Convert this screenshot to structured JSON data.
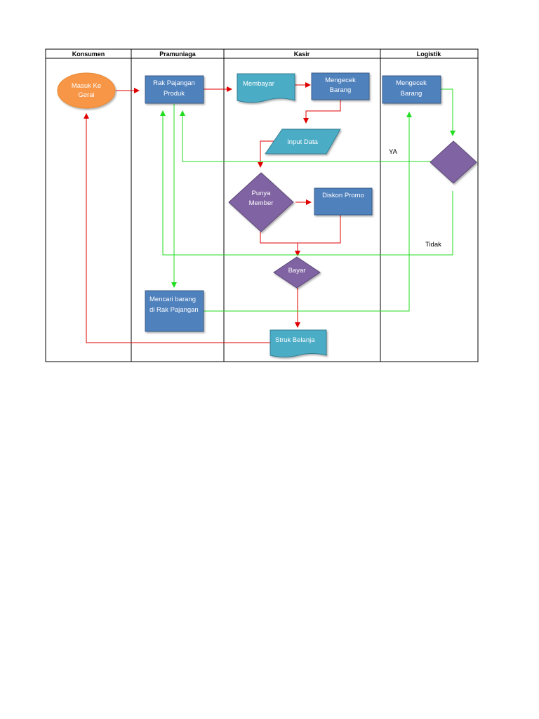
{
  "lanes": [
    {
      "id": "konsumen",
      "label": "Konsumen"
    },
    {
      "id": "pramuniaga",
      "label": "Pramuniaga"
    },
    {
      "id": "kasir",
      "label": "Kasir"
    },
    {
      "id": "logistik",
      "label": "Logistik"
    }
  ],
  "nodes": {
    "masuk": [
      "Masuk Ke",
      "Gerai"
    ],
    "rak": [
      "Rak Pajangan",
      "Produk"
    ],
    "membayar": [
      "Membayar"
    ],
    "mengecek_kasir": [
      "Mengecek",
      "Barang"
    ],
    "mengecek_logistik": [
      "Mengecek",
      "Barang"
    ],
    "input": [
      "Input Data"
    ],
    "punya": [
      "Punya",
      "Member"
    ],
    "diskon": [
      "Diskon Promo"
    ],
    "bayar": [
      "Bayar"
    ],
    "mencari": [
      "Mencari barang",
      "di Rak Pajangan"
    ],
    "struk": [
      "Struk Belanja"
    ]
  },
  "labels": {
    "ya": "YA",
    "tidak": "Tidak"
  },
  "colors": {
    "process": "#4f81bd",
    "process_border": "#385d8a",
    "document": "#4bacc6",
    "decision": "#8064a2",
    "terminal": "#f79646",
    "flow_red": "#e00000",
    "flow_green": "#22dd22"
  }
}
